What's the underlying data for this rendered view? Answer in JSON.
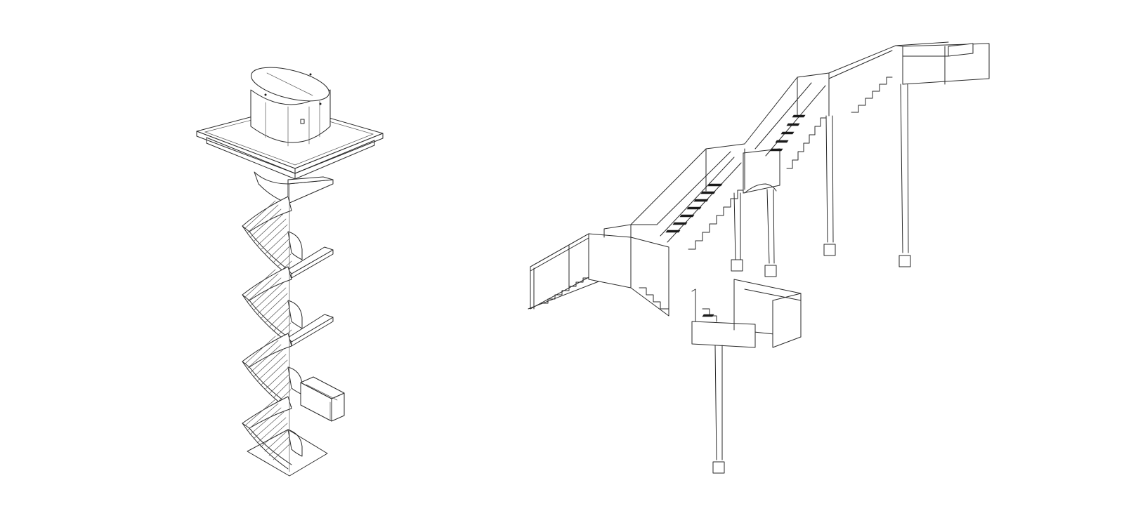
{
  "figure": {
    "panels": [
      {
        "id": "spiral-stair-tower",
        "kind": "isometric line drawing"
      },
      {
        "id": "straight-stair-system",
        "kind": "isometric line drawing"
      }
    ],
    "line_color": "#2a2a2a",
    "background": "#ffffff"
  }
}
